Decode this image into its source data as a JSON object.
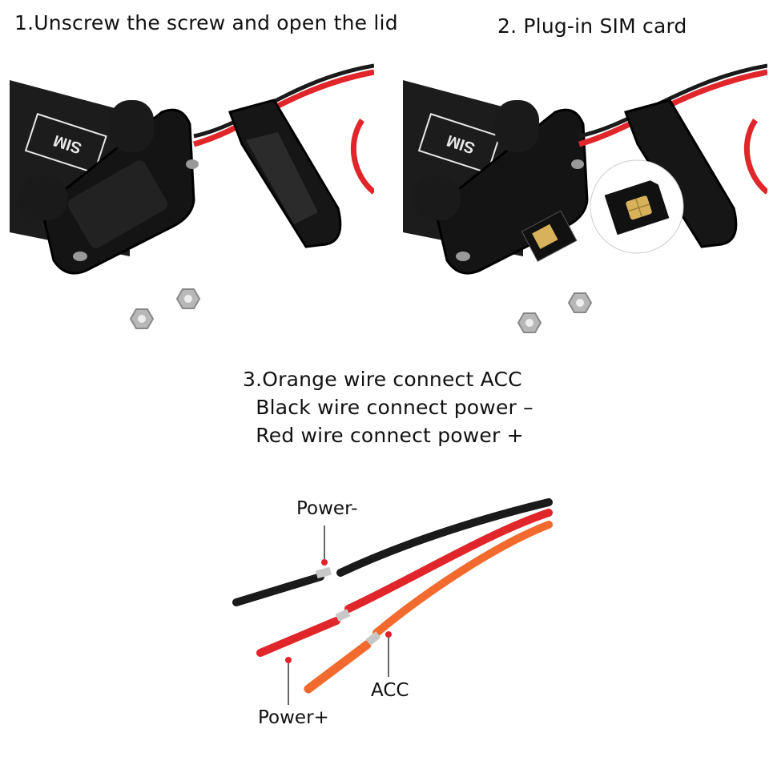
{
  "steps": [
    {
      "label": "1.Unscrew the screw and open the lid"
    },
    {
      "label": "2. Plug-in SIM card"
    },
    {
      "lines": [
        "3.Orange wire connect ACC",
        "  Black wire connect power –",
        "  Red wire connect power +"
      ]
    }
  ],
  "device": {
    "sim_label": "SIM"
  },
  "wire_labels": {
    "power_minus": "Power-",
    "acc": "ACC",
    "power_plus": "Power+"
  },
  "colors": {
    "black_wire": "#1a1a1a",
    "red_wire": "#e0262b",
    "orange_wire": "#f26a2e",
    "marker": "#e8202a",
    "device_body": "#1c1c1c"
  }
}
